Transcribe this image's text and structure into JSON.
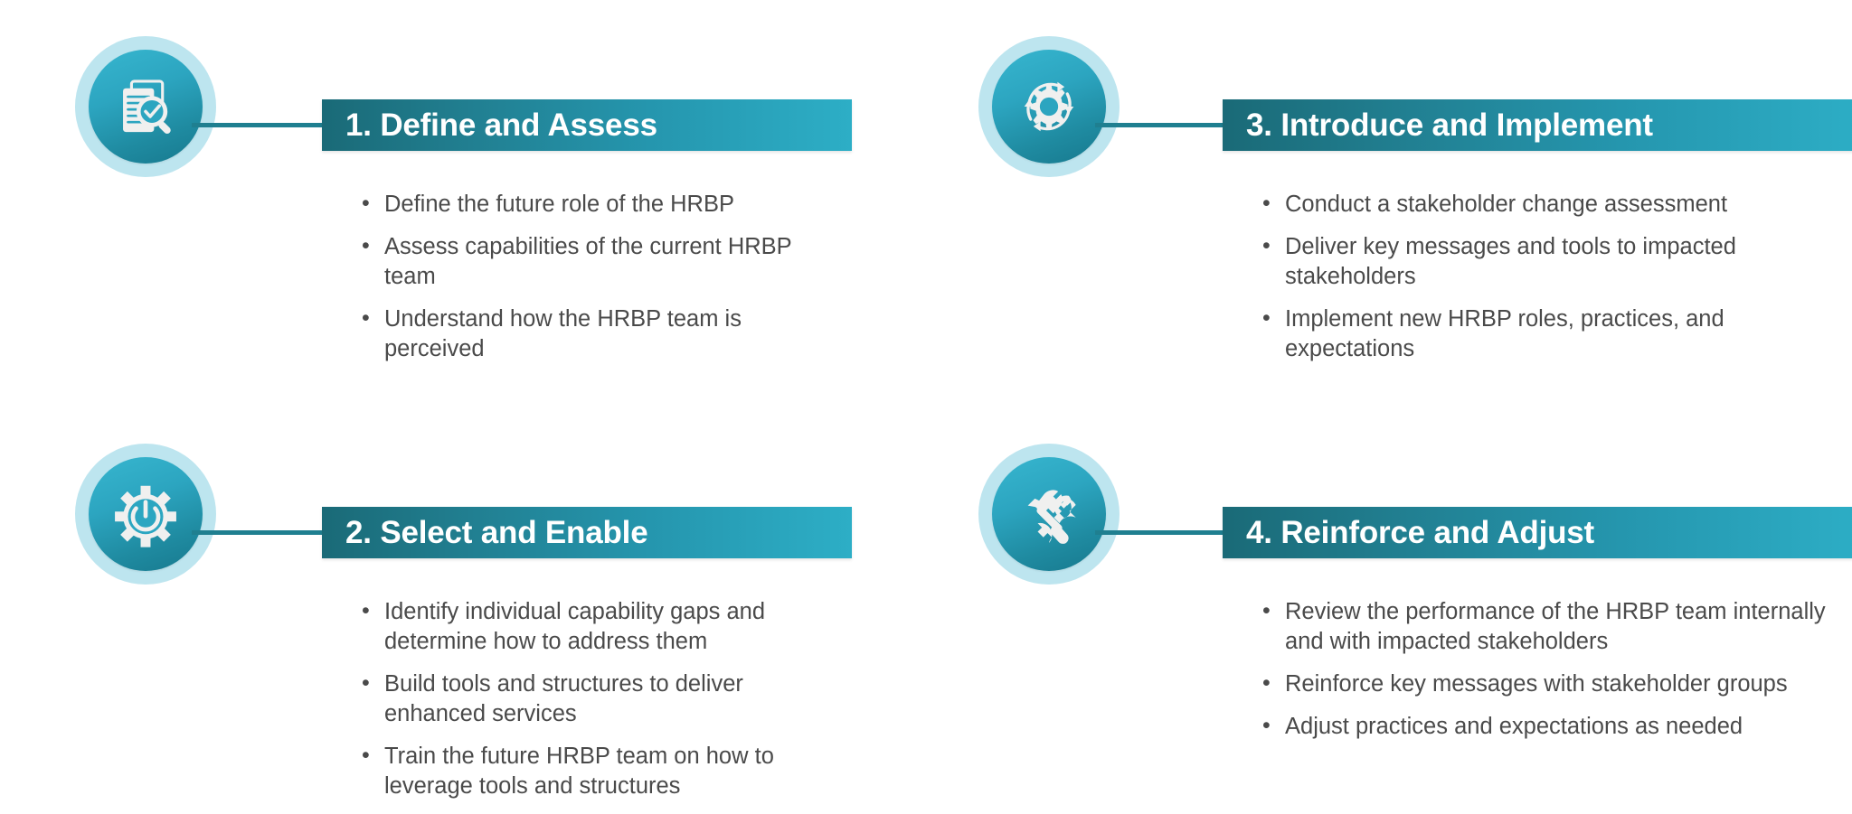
{
  "theme": {
    "background": "#ffffff",
    "badge_ring": "#bde5ef",
    "badge_fill_start": "#37b6cf",
    "badge_fill_end": "#17798e",
    "bar_gradient_start": "#1a6a77",
    "bar_gradient_end": "#2daec6",
    "connector": "#1f7f90",
    "title_text": "#ffffff",
    "body_text": "#4a4a4a"
  },
  "steps": [
    {
      "id": "step-1",
      "icon": "document-magnifier-check-icon",
      "title": "1. Define and Assess",
      "bullets": [
        "Define the future role of the HRBP",
        "Assess capabilities of the current HRBP team",
        "Understand how the HRBP team is perceived"
      ]
    },
    {
      "id": "step-2",
      "icon": "gear-power-icon",
      "title": "2. Select and Enable",
      "bullets": [
        "Identify individual capability gaps and determine how to address them",
        "Build tools and structures to deliver enhanced services",
        "Train the future HRBP team on how to leverage tools and structures"
      ]
    },
    {
      "id": "step-3",
      "icon": "gear-cycle-arrows-icon",
      "title": "3. Introduce and Implement",
      "bullets": [
        "Conduct a stakeholder change assessment",
        "Deliver key messages and tools to impacted stakeholders",
        "Implement new HRBP roles, practices, and expectations"
      ]
    },
    {
      "id": "step-4",
      "icon": "hammer-wrench-icon",
      "title": "4. Reinforce and Adjust",
      "bullets": [
        "Review the performance of the HRBP team internally and with impacted stakeholders",
        "Reinforce key messages with stakeholder groups",
        "Adjust practices and expectations as needed"
      ]
    }
  ]
}
